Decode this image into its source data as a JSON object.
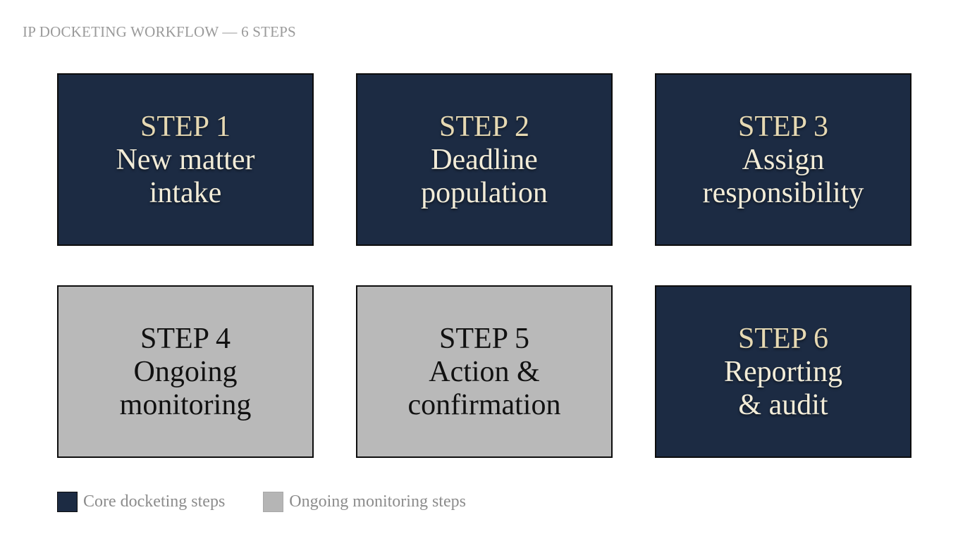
{
  "title": "IP DOCKETING WORKFLOW — 6 STEPS",
  "colors": {
    "core": "#1c2b43",
    "monitoring": "#b9b9b9",
    "core_text_step": "#e6d9b3",
    "core_text_desc": "#f2ecd8",
    "monitoring_text": "#111111",
    "border": "#0d0d0d"
  },
  "steps": [
    {
      "step": "STEP 1",
      "line1": "New matter",
      "line2": "intake",
      "type": "core"
    },
    {
      "step": "STEP 2",
      "line1": "Deadline",
      "line2": "population",
      "type": "core"
    },
    {
      "step": "STEP 3",
      "line1": "Assign",
      "line2": "responsibility",
      "type": "core"
    },
    {
      "step": "STEP 4",
      "line1": "Ongoing",
      "line2": "monitoring",
      "type": "monitoring"
    },
    {
      "step": "STEP 5",
      "line1": "Action &",
      "line2": "confirmation",
      "type": "monitoring"
    },
    {
      "step": "STEP 6",
      "line1": "Reporting",
      "line2": "& audit",
      "type": "core"
    }
  ],
  "legend": [
    {
      "label": "Core docketing steps",
      "type": "core"
    },
    {
      "label": "Ongoing monitoring steps",
      "type": "monitoring"
    }
  ]
}
